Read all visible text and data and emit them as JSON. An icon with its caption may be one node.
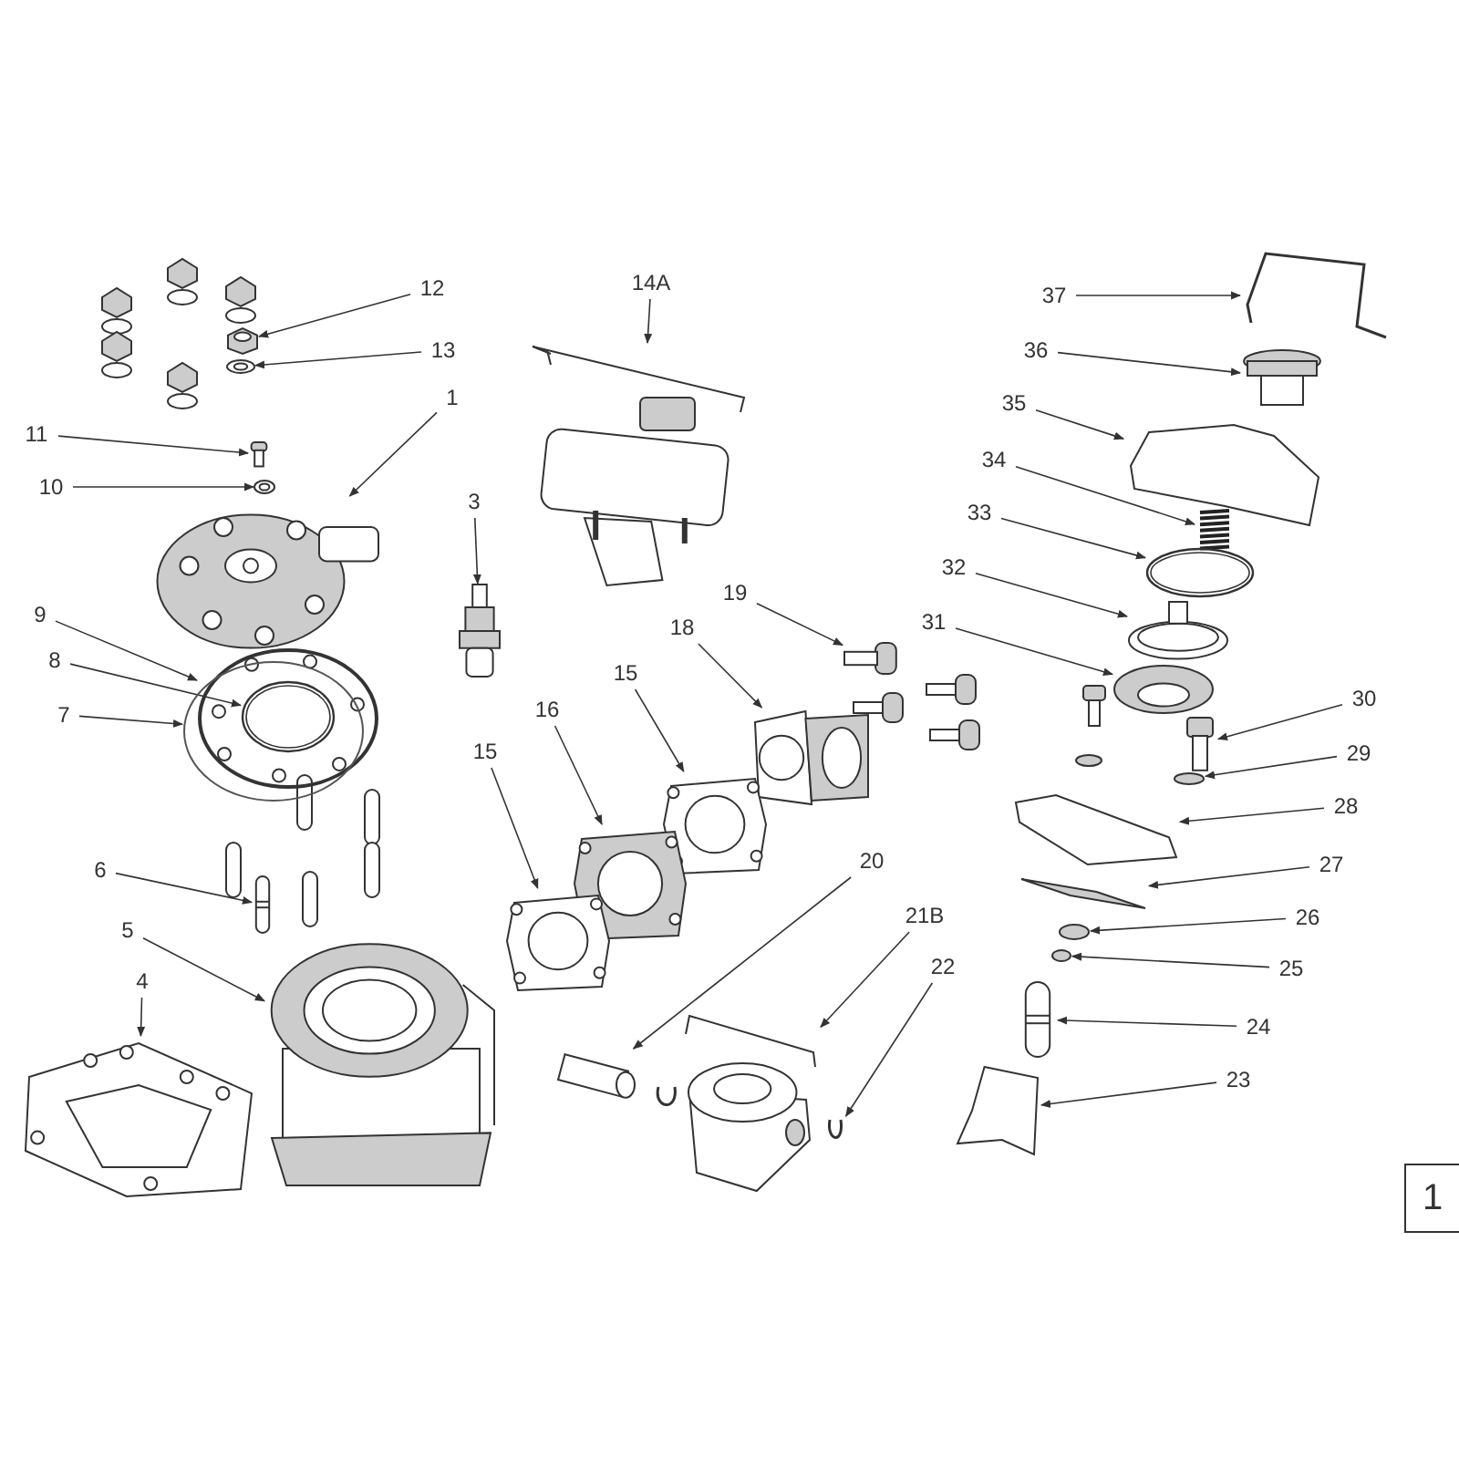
{
  "diagram": {
    "nodes": [
      {
        "text": [
          "12"
        ]
      },
      {
        "text": [
          "13"
        ]
      },
      {
        "text": [
          "11"
        ]
      },
      {
        "text": [
          "10"
        ]
      },
      {
        "text": [
          "1"
        ]
      },
      {
        "text": [
          "3"
        ]
      },
      {
        "text": [
          "9"
        ]
      },
      {
        "text": [
          "8"
        ]
      },
      {
        "text": [
          "7"
        ]
      },
      {
        "text": [
          "6"
        ]
      },
      {
        "text": [
          "5"
        ]
      },
      {
        "text": [
          "4"
        ]
      },
      {
        "text": [
          "14A"
        ]
      },
      {
        "text": [
          "19"
        ]
      },
      {
        "text": [
          "18"
        ]
      },
      {
        "text": [
          "15"
        ]
      },
      {
        "text": [
          "16"
        ]
      },
      {
        "text": [
          "15"
        ]
      },
      {
        "text": [
          "20"
        ]
      },
      {
        "text": [
          "21B"
        ]
      },
      {
        "text": [
          "22"
        ]
      },
      {
        "text": [
          "37"
        ]
      },
      {
        "text": [
          "36"
        ]
      },
      {
        "text": [
          "35"
        ]
      },
      {
        "text": [
          "34"
        ]
      },
      {
        "text": [
          "33"
        ]
      },
      {
        "text": [
          "32"
        ]
      },
      {
        "text": [
          "31"
        ]
      },
      {
        "text": [
          "30"
        ]
      },
      {
        "text": [
          "29"
        ]
      },
      {
        "text": [
          "28"
        ]
      },
      {
        "text": [
          "27"
        ]
      },
      {
        "text": [
          "26"
        ]
      },
      {
        "text": [
          "25"
        ]
      },
      {
        "text": [
          "24"
        ]
      },
      {
        "text": [
          "23"
        ]
      },
      {
        "text": [],
        "shape": "picture"
      },
      {
        "text": [],
        "shape": "picture"
      },
      {
        "text": [],
        "shape": "picture"
      },
      {
        "text": [],
        "shape": "picture"
      },
      {
        "text": [],
        "shape": "picture"
      },
      {
        "text": [],
        "shape": "picture"
      },
      {
        "text": [],
        "shape": "picture"
      },
      {
        "text": [],
        "shape": "picture",
        "in": 42
      },
      {
        "text": [],
        "shape": "picture"
      },
      {
        "text": [],
        "shape": "picture"
      },
      {
        "text": [],
        "shape": "picture"
      },
      {
        "text": [],
        "shape": "picture"
      },
      {
        "text": [],
        "shape": "picture"
      },
      {
        "text": [],
        "shape": "picture"
      },
      {
        "text": [],
        "shape": "picture"
      },
      {
        "text": [],
        "shape": "picture"
      },
      {
        "text": [],
        "shape": "picture"
      },
      {
        "text": [],
        "shape": "picture"
      },
      {
        "text": [],
        "shape": "cylinder"
      },
      {
        "text": [],
        "shape": "picture"
      },
      {
        "text": [],
        "shape": "picture"
      },
      {
        "text": [],
        "shape": "picture"
      },
      {
        "text": [],
        "shape": "picture"
      },
      {
        "text": [],
        "shape": "picture"
      },
      {
        "text": [],
        "shape": "picture"
      },
      {
        "text": [],
        "shape": "picture"
      },
      {
        "text": [],
        "shape": "picture"
      },
      {
        "text": [],
        "shape": "picture"
      },
      {
        "text": [],
        "shape": "picture"
      },
      {
        "text": [],
        "shape": "circle"
      },
      {
        "text": [],
        "shape": "picture"
      },
      {
        "text": [],
        "shape": "picture"
      },
      {
        "text": [],
        "shape": "circle"
      },
      {
        "text": [],
        "shape": "circle"
      },
      {
        "text": [],
        "shape": "picture"
      },
      {
        "text": [],
        "shape": "picture"
      }
    ],
    "edges": [
      {
        "from": 0,
        "to": 36,
        "arrow": "to"
      },
      {
        "from": 1,
        "to": 37,
        "arrow": "to"
      },
      {
        "from": 2,
        "to": 38,
        "arrow": "to"
      },
      {
        "from": 3,
        "to": 39,
        "arrow": "to"
      },
      {
        "from": 4,
        "to": 40,
        "arrow": "to"
      },
      {
        "from": 5,
        "to": 41,
        "arrow": "to"
      },
      {
        "from": 6,
        "to": 42,
        "arrow": "to"
      },
      {
        "from": 7,
        "to": 43,
        "arrow": "to"
      },
      {
        "from": 8,
        "to": 44,
        "arrow": "to"
      },
      {
        "from": 9,
        "to": 45,
        "arrow": "to"
      },
      {
        "from": 10,
        "to": 46,
        "arrow": "to"
      },
      {
        "from": 11,
        "to": 47,
        "arrow": "to"
      },
      {
        "from": 12,
        "to": 48,
        "arrow": "to"
      },
      {
        "from": 13,
        "to": 49,
        "arrow": "to"
      },
      {
        "from": 14,
        "to": 50,
        "arrow": "to"
      },
      {
        "from": 15,
        "to": 51,
        "arrow": "to"
      },
      {
        "from": 16,
        "to": 52,
        "arrow": "to"
      },
      {
        "from": 17,
        "to": 53,
        "arrow": "to"
      },
      {
        "from": 18,
        "to": 54,
        "arrow": "to"
      },
      {
        "from": 19,
        "to": 55,
        "arrow": "to"
      },
      {
        "from": 20,
        "to": 56,
        "arrow": "to"
      },
      {
        "from": 21,
        "to": 57,
        "arrow": "to"
      },
      {
        "from": 22,
        "to": 58,
        "arrow": "to"
      },
      {
        "from": 23,
        "to": 59,
        "arrow": "to"
      },
      {
        "from": 24,
        "to": 60,
        "arrow": "to"
      },
      {
        "from": 25,
        "to": 61,
        "arrow": "to"
      },
      {
        "from": 26,
        "to": 62,
        "arrow": "to"
      },
      {
        "from": 27,
        "to": 63,
        "arrow": "to"
      },
      {
        "from": 28,
        "to": 64,
        "arrow": "to"
      },
      {
        "from": 29,
        "to": 65,
        "arrow": "to"
      },
      {
        "from": 30,
        "to": 66,
        "arrow": "to"
      },
      {
        "from": 31,
        "to": 67,
        "arrow": "to"
      },
      {
        "from": 32,
        "to": 68,
        "arrow": "to"
      },
      {
        "from": 33,
        "to": 69,
        "arrow": "to"
      },
      {
        "from": 34,
        "to": 70,
        "arrow": "to"
      },
      {
        "from": 35,
        "to": 71,
        "arrow": "to"
      }
    ],
    "labels": [
      "1"
    ]
  }
}
